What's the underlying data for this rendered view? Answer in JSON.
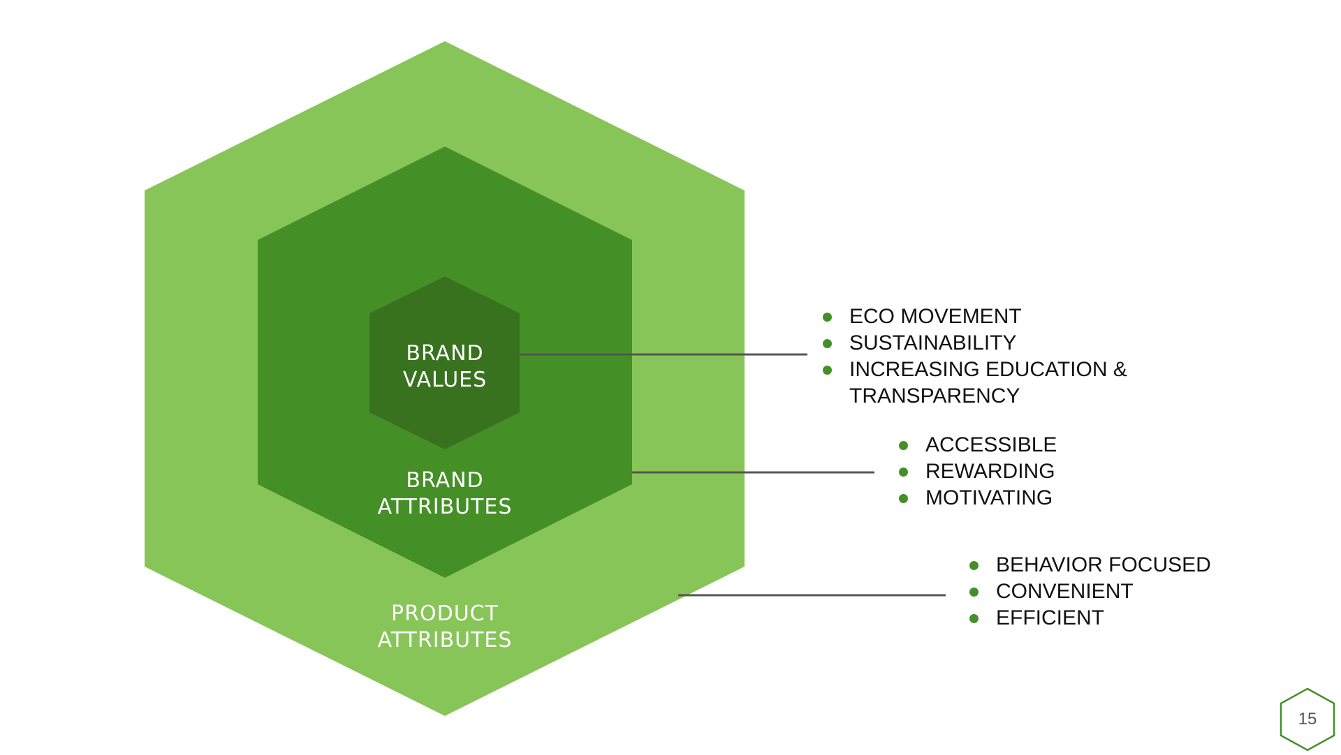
{
  "colors": {
    "outer_hex": "#88c559",
    "middle_hex": "#449027",
    "inner_hex": "#38721f",
    "connector": "#555555",
    "bullet": "#449027",
    "page_badge": "#449027"
  },
  "diagram": {
    "layers": [
      {
        "id": "brand-values",
        "lines": [
          "BRAND",
          "VALUES"
        ]
      },
      {
        "id": "brand-attributes",
        "lines": [
          "BRAND",
          "ATTRIBUTES"
        ]
      },
      {
        "id": "product-attributes",
        "lines": [
          "PRODUCT",
          "ATTRIBUTES"
        ]
      }
    ],
    "groups": [
      {
        "id": "values",
        "items": [
          "ECO MOVEMENT",
          "SUSTAINABILITY",
          "INCREASING EDUCATION & TRANSPARENCY"
        ]
      },
      {
        "id": "brand-attrs",
        "items": [
          "ACCESSIBLE",
          "REWARDING",
          "MOTIVATING"
        ]
      },
      {
        "id": "product-attrs",
        "items": [
          "BEHAVIOR FOCUSED",
          "CONVENIENT",
          "EFFICIENT"
        ]
      }
    ]
  },
  "page_number": "15"
}
